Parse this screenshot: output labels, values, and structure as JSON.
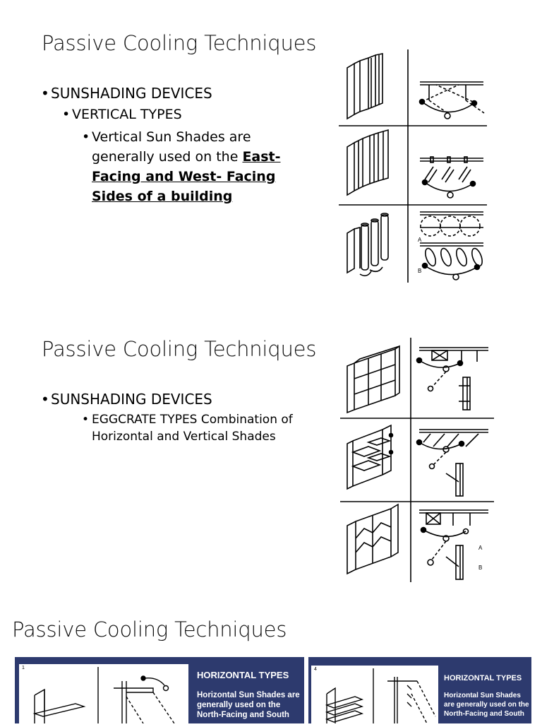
{
  "slide1": {
    "title": "Passive Cooling Techniques",
    "bullet1": "SUNSHADING DEVICES",
    "bullet2": "VERTICAL TYPES",
    "bullet3_pre": "Vertical Sun Shades are generally used on the ",
    "bullet3_emph": "East-Facing and West- Facing Sides of a building",
    "figure_labels": [
      "A",
      "B"
    ]
  },
  "slide2": {
    "title": "Passive Cooling Techniques",
    "bullet1": "SUNSHADING DEVICES",
    "bullet2": "EGGCRATE TYPES Combination of Horizontal and Vertical Shades",
    "figure_labels": [
      "A",
      "B"
    ]
  },
  "slide3": {
    "title": "Passive Cooling Techniques",
    "panels": [
      {
        "number": "1",
        "heading": "HORIZONTAL TYPES",
        "body": "Horizontal Sun Shades are generally used on the North-Facing and South"
      },
      {
        "number": "4",
        "heading": "HORIZONTAL TYPES",
        "body": "Horizontal Sun Shades are generally used on the North-Facing and South"
      }
    ]
  }
}
